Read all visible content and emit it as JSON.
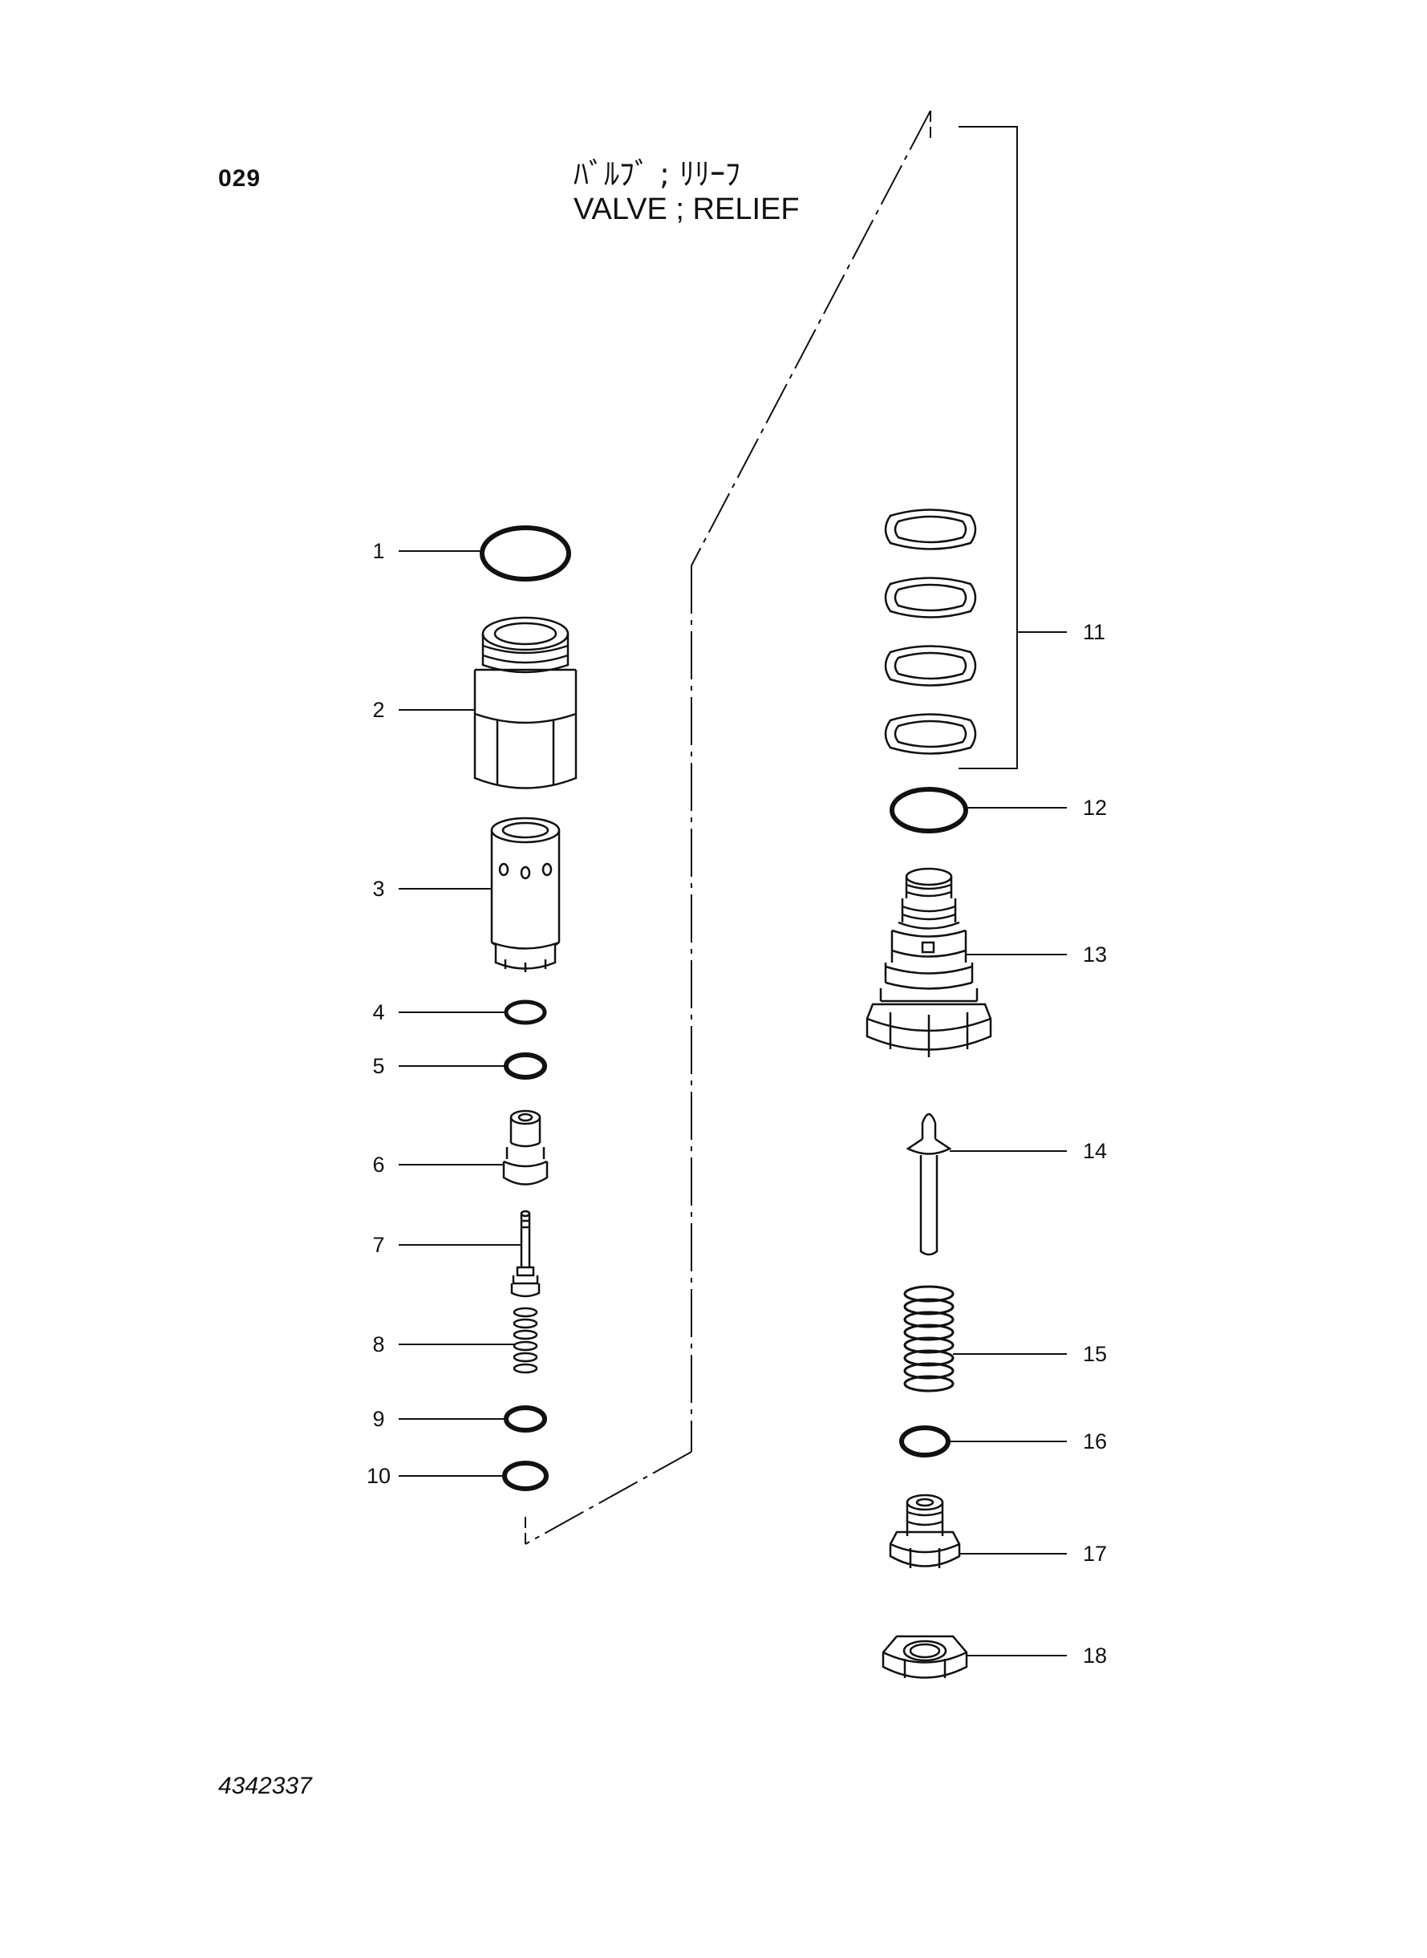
{
  "page": {
    "number": "029",
    "title_jp": "ﾊﾞﾙﾌﾞ ; ﾘﾘｰﾌ",
    "title_en": "VALVE ; RELIEF",
    "drawing_number": "4342337"
  },
  "callouts": {
    "c1": "1",
    "c2": "2",
    "c3": "3",
    "c4": "4",
    "c5": "5",
    "c6": "6",
    "c7": "7",
    "c8": "8",
    "c9": "9",
    "c10": "10",
    "c11": "11",
    "c12": "12",
    "c13": "13",
    "c14": "14",
    "c15": "15",
    "c16": "16",
    "c17": "17",
    "c18": "18"
  }
}
